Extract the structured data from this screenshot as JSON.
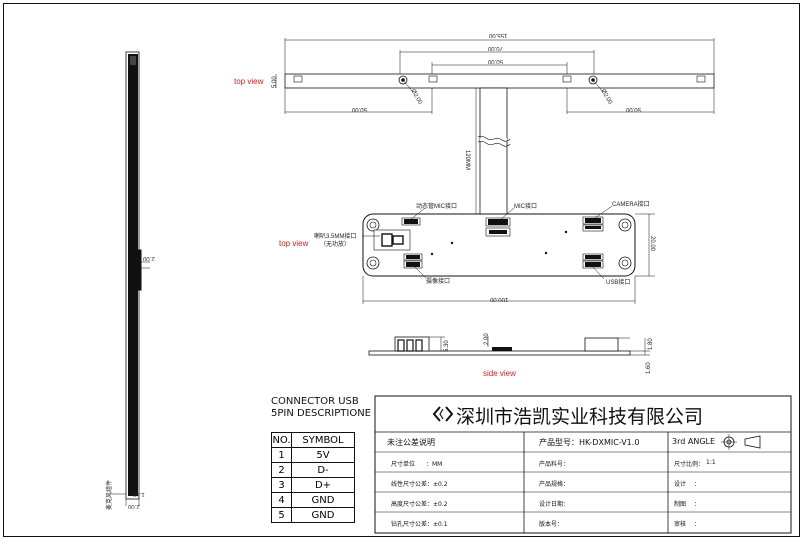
{
  "views": {
    "top_view_1": "top view",
    "top_view_2": "top view",
    "side_view": "side view"
  },
  "dims": {
    "overall_top": "155.00",
    "mic_span": "70.00",
    "inner_span": "50.00",
    "height_left": "5.00",
    "hole_left": "Ø2.00",
    "hole_right": "Ø2.00",
    "left_offset": "50.00",
    "right_offset": "50.00",
    "cable_length": "120MM",
    "pcb_length": "100.00",
    "pcb_height": "20.00",
    "side_530": "5.30",
    "side_200": "2.00",
    "side_180": "1.80",
    "side_160": "1.60",
    "left_z00": "2.00",
    "bottom_160": "1.60",
    "bottom_200": "2.00",
    "left_label": "麦克风组件"
  },
  "parts": {
    "p1": "动态管MIC接口",
    "p2": "MIC接口",
    "p3": "CAMERA接口",
    "p4": "喇叭3.5MM接口",
    "p4b": "（无功放）",
    "p5": "摄像接口",
    "p6": "USB接口"
  },
  "connector": {
    "title1": "CONNECTOR USB",
    "title2": "5PIN DESCRIPTIONE",
    "header_no": "NO.",
    "header_symbol": "SYMBOL",
    "rows": [
      {
        "no": "1",
        "symbol": "5V"
      },
      {
        "no": "2",
        "symbol": "D-"
      },
      {
        "no": "3",
        "symbol": "D+"
      },
      {
        "no": "4",
        "symbol": "GND"
      },
      {
        "no": "5",
        "symbol": "GND"
      }
    ]
  },
  "title_block": {
    "company": "深圳市浩凯实业科技有限公司",
    "note_title": "未注公差说明",
    "model_label": "产品型号：HK-DXMIC-V1.0",
    "angle": "3rd ANGLE",
    "unit_label": "尺寸单位",
    "unit_value": "：MM",
    "material_label": "产品料号：",
    "scale_label": "尺寸比例：",
    "scale_value": "1:1",
    "tol1": "线性尺寸公差：±0.2",
    "spec_label": "产品规格：",
    "design_label": "设计",
    "design_colon": "：",
    "tol2": "高度尺寸公差：±0.2",
    "date_label": "设计日期：",
    "draw_label": "制图",
    "draw_colon": "：",
    "tol3": "钻孔尺寸公差：±0.1",
    "version_label": "版本号：",
    "review_label": "审核",
    "review_colon": "："
  }
}
